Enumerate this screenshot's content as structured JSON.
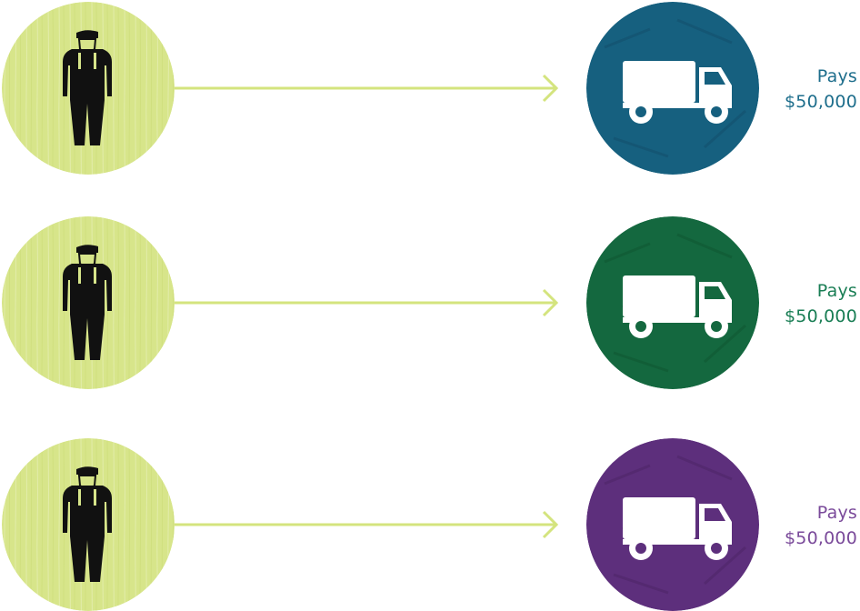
{
  "colors": {
    "worker_circle": "#d7e58a",
    "arrow": "#d4e47e",
    "truck_icon": "#ffffff",
    "figure": "#111111"
  },
  "rows": [
    {
      "worker_icon": "worker-icon",
      "truck_icon": "truck-icon",
      "truck_color": "#16607f",
      "text_color": "#1e6e8c",
      "label_line1": "Pays",
      "label_line2": "$50,000"
    },
    {
      "worker_icon": "worker-icon",
      "truck_icon": "truck-icon",
      "truck_color": "#14683f",
      "text_color": "#1a7e55",
      "label_line1": "Pays",
      "label_line2": "$50,000"
    },
    {
      "worker_icon": "worker-icon",
      "truck_icon": "truck-icon",
      "truck_color": "#5d2f7c",
      "text_color": "#7a4a9a",
      "label_line1": "Pays",
      "label_line2": "$50,000"
    }
  ]
}
